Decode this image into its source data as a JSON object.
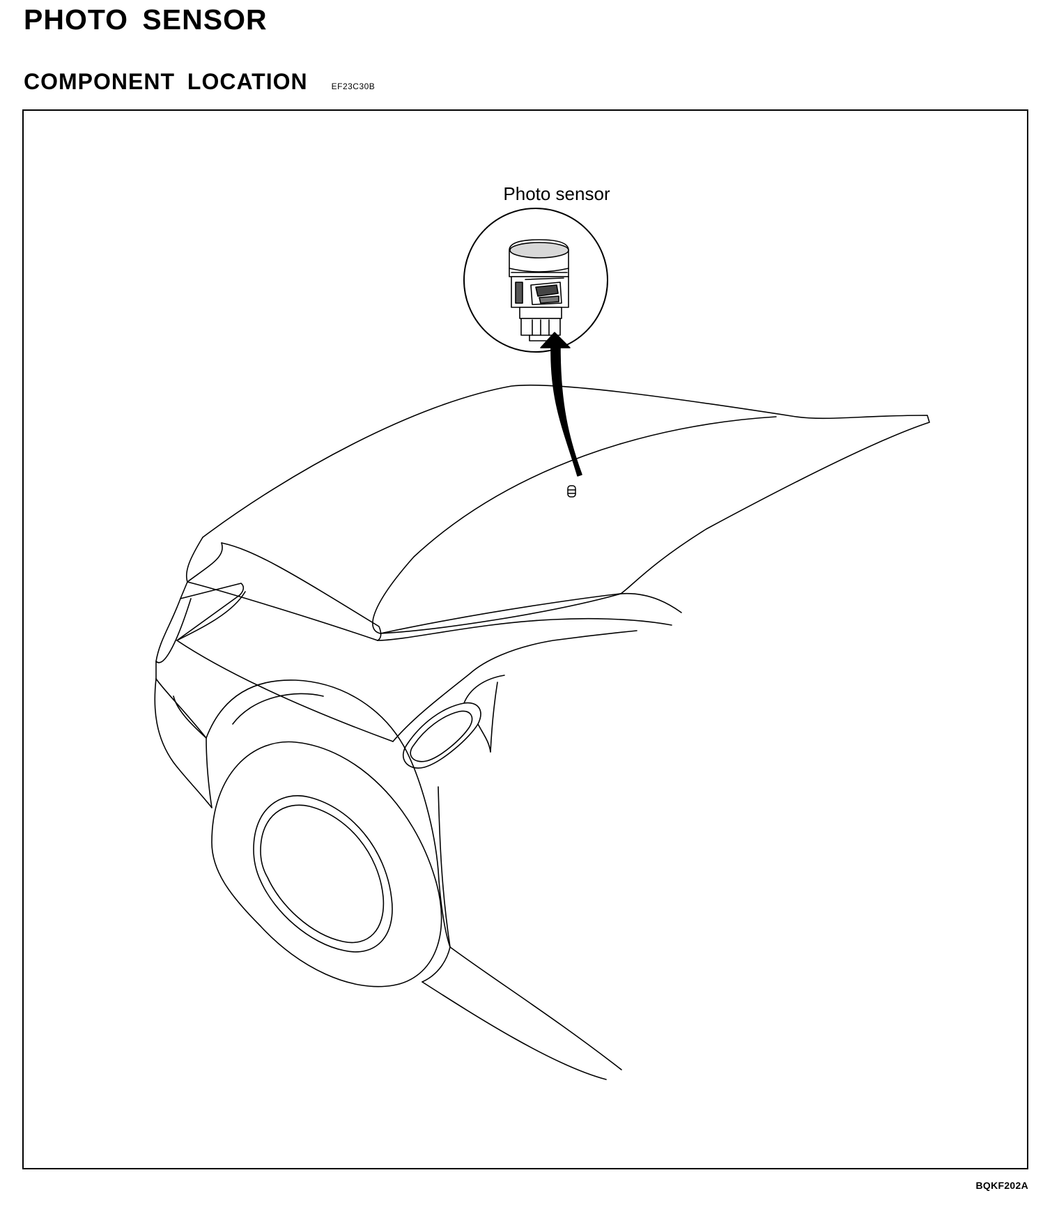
{
  "document": {
    "title": "PHOTO SENSOR",
    "section_title": "COMPONENT LOCATION",
    "section_code": "EF23C30B"
  },
  "figure": {
    "callout_label": "Photo sensor",
    "figure_code": "BQKF202A",
    "subject": "car-front-quarter-line-drawing",
    "highlight_icon": "photo-sensor-icon",
    "indicator": "curved-arrow-pointing-up"
  }
}
